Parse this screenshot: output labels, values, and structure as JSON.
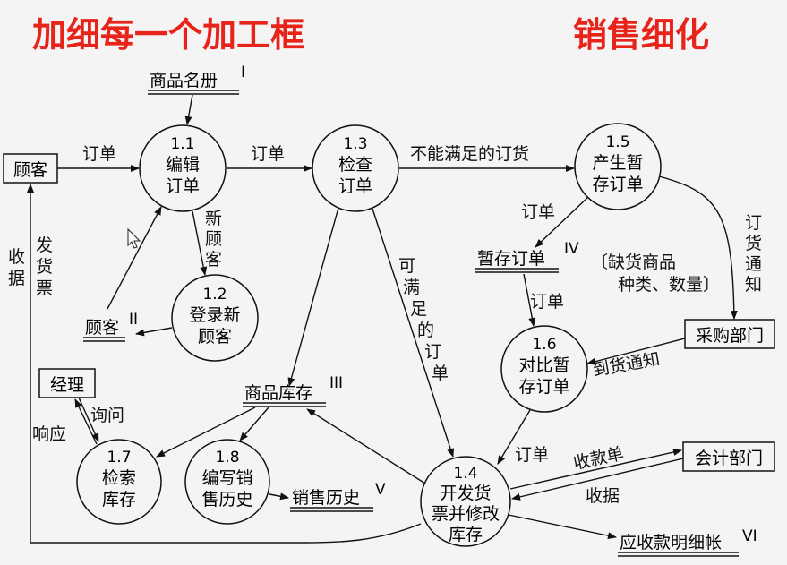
{
  "title_left": "加细每一个加工框",
  "title_right": "销售细化",
  "colors": {
    "title": "#e8231a",
    "ink": "#111111",
    "background": "#f4f4f4"
  },
  "processes": [
    {
      "id": "1.1",
      "lines": [
        "编辑",
        "订单"
      ]
    },
    {
      "id": "1.2",
      "lines": [
        "登录新",
        "顾客"
      ]
    },
    {
      "id": "1.3",
      "lines": [
        "检查",
        "订单"
      ]
    },
    {
      "id": "1.4",
      "lines": [
        "开发货",
        "票并修改",
        "库存"
      ]
    },
    {
      "id": "1.5",
      "lines": [
        "产生暂",
        "存订单"
      ]
    },
    {
      "id": "1.6",
      "lines": [
        "对比暂",
        "存订单"
      ]
    },
    {
      "id": "1.7",
      "lines": [
        "检索",
        "库存"
      ]
    },
    {
      "id": "1.8",
      "lines": [
        "编写销",
        "售历史"
      ]
    }
  ],
  "entities": [
    "顾客",
    "经理",
    "采购部门",
    "会计部门"
  ],
  "stores": [
    {
      "name": "商品名册",
      "num": "I"
    },
    {
      "name": "顾客",
      "num": "II"
    },
    {
      "name": "商品库存",
      "num": "III"
    },
    {
      "name": "暂存订单",
      "num": "IV"
    },
    {
      "name": "销售历史",
      "num": "V"
    },
    {
      "name": "应收款明细帐",
      "num": "VI"
    }
  ],
  "flows": {
    "order": "订单",
    "cannot_satisfy": "不能满足的订货",
    "can_satisfy": [
      "可",
      "满",
      "足",
      "的",
      "订",
      "单"
    ],
    "new_customer": [
      "新",
      "顾",
      "客"
    ],
    "invoice": [
      "发",
      "货",
      "票"
    ],
    "receipt_v": [
      "收",
      "据"
    ],
    "shortage": [
      "〔缺货商品",
      "种类、数量〕"
    ],
    "order_notice": [
      "订",
      "货",
      "通",
      "知"
    ],
    "arrival_notice": "到货通知",
    "inquire": "询问",
    "respond": "响应",
    "collection_note": "收款单",
    "receipt": "收据"
  }
}
